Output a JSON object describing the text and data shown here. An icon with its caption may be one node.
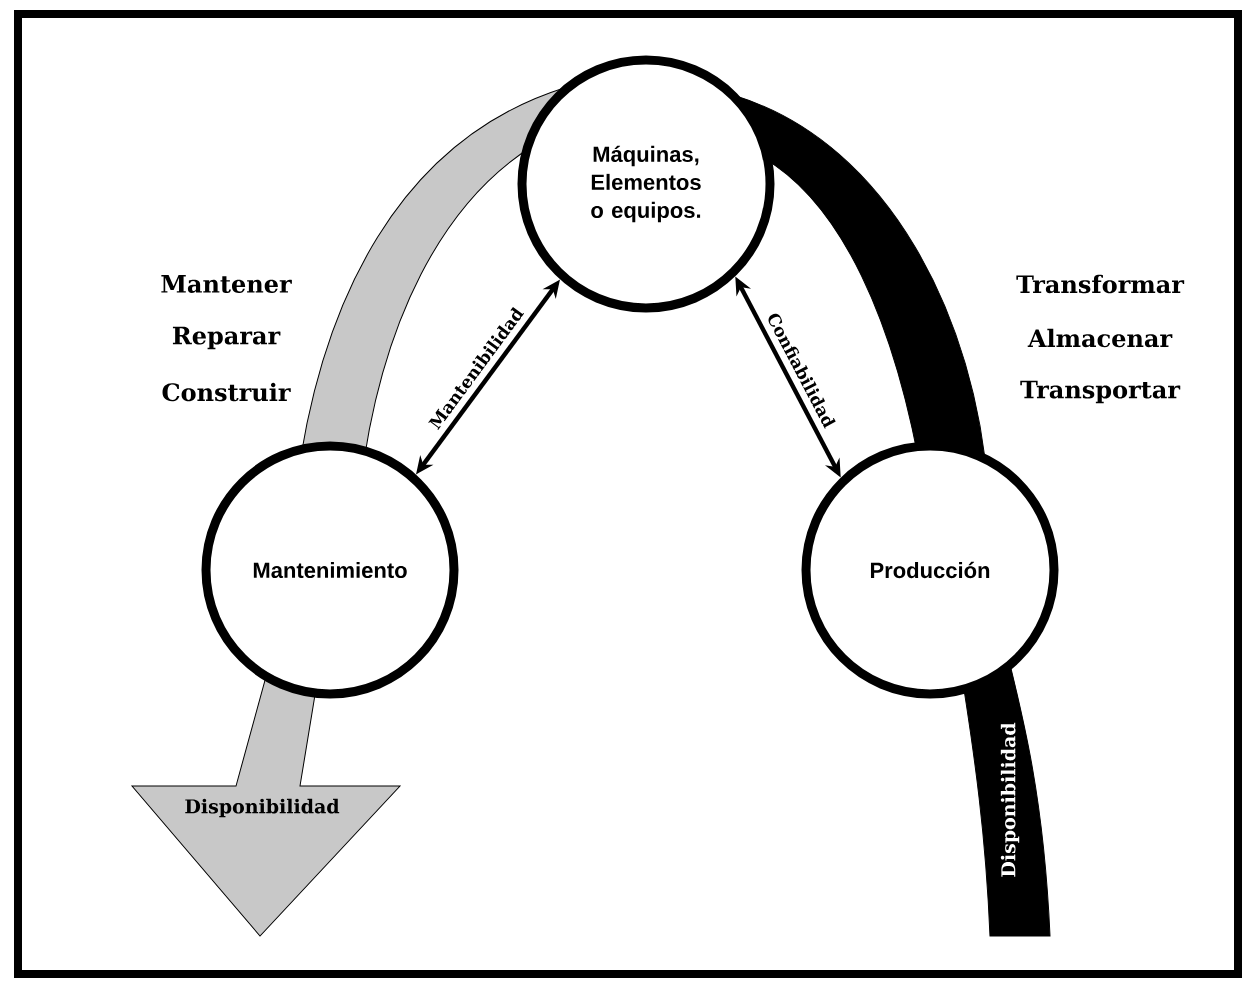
{
  "diagram": {
    "nodes": [
      {
        "text": [
          "Máquinas, Elementos o equipos."
        ]
      },
      {
        "text": [
          "Mantenimiento"
        ]
      },
      {
        "text": [
          "Producción"
        ]
      }
    ],
    "edges": [
      {
        "from": 0,
        "to": 1,
        "arrow": "both",
        "label": "Mantenibilidad"
      },
      {
        "from": 0,
        "to": 2,
        "arrow": "both",
        "label": "Confiabilidad"
      },
      {
        "from": 0,
        "to": 1,
        "arrow": "none",
        "style": "thick",
        "color": "#c8c8c8"
      },
      {
        "from": 1,
        "to": null,
        "arrow": "to",
        "style": "thick",
        "color": "#c8c8c8",
        "label": "Disponibilidad"
      },
      {
        "from": 0,
        "to": 2,
        "arrow": "none",
        "style": "thick"
      },
      {
        "from": 2,
        "to": null,
        "arrow": "none",
        "style": "thick",
        "label": "Disponibilidad"
      }
    ],
    "labels": [
      "Mantener",
      "Reparar",
      "Construir",
      "Transformar",
      "Almacenar",
      "Transportar"
    ]
  }
}
